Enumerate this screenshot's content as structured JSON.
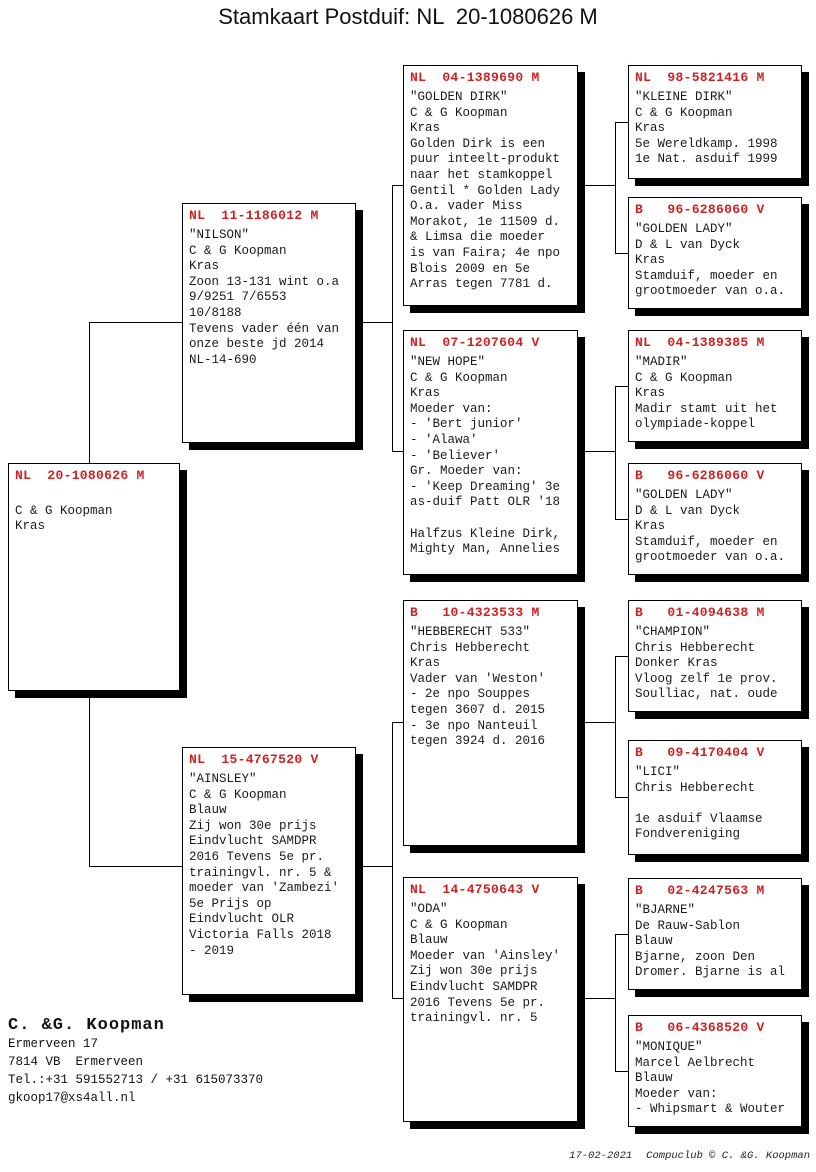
{
  "title": "Stamkaart Postduif: NL  20-1080626 M",
  "accent_color": "#cc2222",
  "boxes": {
    "subject": {
      "band": "NL  20-1080626 M",
      "body": "\nC & G Koopman\nKras"
    },
    "father": {
      "band": "NL  11-1186012 M",
      "body": "\"NILSON\"\nC & G Koopman\nKras\nZoon 13-131 wint o.a\n9/9251 7/6553\n10/8188\nTevens vader één van\nonze beste jd 2014\nNL-14-690"
    },
    "mother": {
      "band": "NL  15-4767520 V",
      "body": "\"AINSLEY\"\nC & G Koopman\nBlauw\nZij won 30e prijs\nEindvlucht SAMDPR\n2016 Tevens 5e pr.\ntrainingvl. nr. 5 &\nmoeder van 'Zambezi'\n5e Prijs op\nEindvlucht OLR\nVictoria Falls 2018\n- 2019"
    },
    "ff": {
      "band": "NL  04-1389690 M",
      "body": "\"GOLDEN DIRK\"\nC & G Koopman\nKras\nGolden Dirk is een\npuur inteelt-produkt\nnaar het stamkoppel\nGentil * Golden Lady\nO.a. vader Miss\nMorakot, 1e 11509 d.\n& Limsa die moeder\nis van Faira; 4e npo\nBlois 2009 en 5e\nArras tegen 7781 d."
    },
    "fm": {
      "band": "NL  07-1207604 V",
      "body": "\"NEW HOPE\"\nC & G Koopman\nKras\nMoeder van:\n- 'Bert junior'\n- 'Alawa'\n- 'Believer'\nGr. Moeder van:\n- 'Keep Dreaming' 3e\nas-duif Patt OLR '18\n\nHalfzus Kleine Dirk,\nMighty Man, Annelies"
    },
    "mf": {
      "band": "B   10-4323533 M",
      "body": "\"HEBBERECHT 533\"\nChris Hebberecht\nKras\nVader van 'Weston'\n- 2e npo Souppes\ntegen 3607 d. 2015\n- 3e npo Nanteuil\ntegen 3924 d. 2016"
    },
    "mm": {
      "band": "NL  14-4750643 V",
      "body": "\"ODA\"\nC & G Koopman\nBlauw\nMoeder van 'Ainsley'\nZij won 30e prijs\nEindvlucht SAMDPR\n2016 Tevens 5e pr.\ntrainingvl. nr. 5"
    },
    "fff": {
      "band": "NL  98-5821416 M",
      "body": "\"KLEINE DIRK\"\nC & G Koopman\nKras\n5e Wereldkamp. 1998\n1e Nat. asduif 1999"
    },
    "ffm": {
      "band": "B   96-6286060 V",
      "body": "\"GOLDEN LADY\"\nD & L van Dyck\nKras\nStamduif, moeder en\ngrootmoeder van o.a."
    },
    "fmf": {
      "band": "NL  04-1389385 M",
      "body": "\"MADIR\"\nC & G Koopman\nKras\nMadir stamt uit het\nolympiade-koppel"
    },
    "fmm": {
      "band": "B   96-6286060 V",
      "body": "\"GOLDEN LADY\"\nD & L van Dyck\nKras\nStamduif, moeder en\ngrootmoeder van o.a."
    },
    "mff": {
      "band": "B   01-4094638 M",
      "body": "\"CHAMPION\"\nChris Hebberecht\nDonker Kras\nVloog zelf 1e prov.\nSoulliac, nat. oude"
    },
    "mfm": {
      "band": "B   09-4170404 V",
      "body": "\"LICI\"\nChris Hebberecht\n\n1e asduif Vlaamse\nFondvereniging"
    },
    "mmf": {
      "band": "B   02-4247563 M",
      "body": "\"BJARNE\"\nDe Rauw-Sablon\nBlauw\nBjarne, zoon Den\nDromer. Bjarne is al"
    },
    "mmm": {
      "band": "B   06-4368520 V",
      "body": "\"MONIQUE\"\nMarcel Aelbrecht\nBlauw\nMoeder van:\n- Whipsmart & Wouter"
    }
  },
  "contact": {
    "name": "C. &G. Koopman",
    "address1": "Ermerveen 17",
    "address2": "7814 VB  Ermerveen",
    "phone": "Tel.:+31 591552713 / +31 615073370",
    "email": "gkoop17@xs4all.nl"
  },
  "footer": {
    "date": "17-02-2021",
    "credit": "Compuclub © C. &G. Koopman"
  }
}
